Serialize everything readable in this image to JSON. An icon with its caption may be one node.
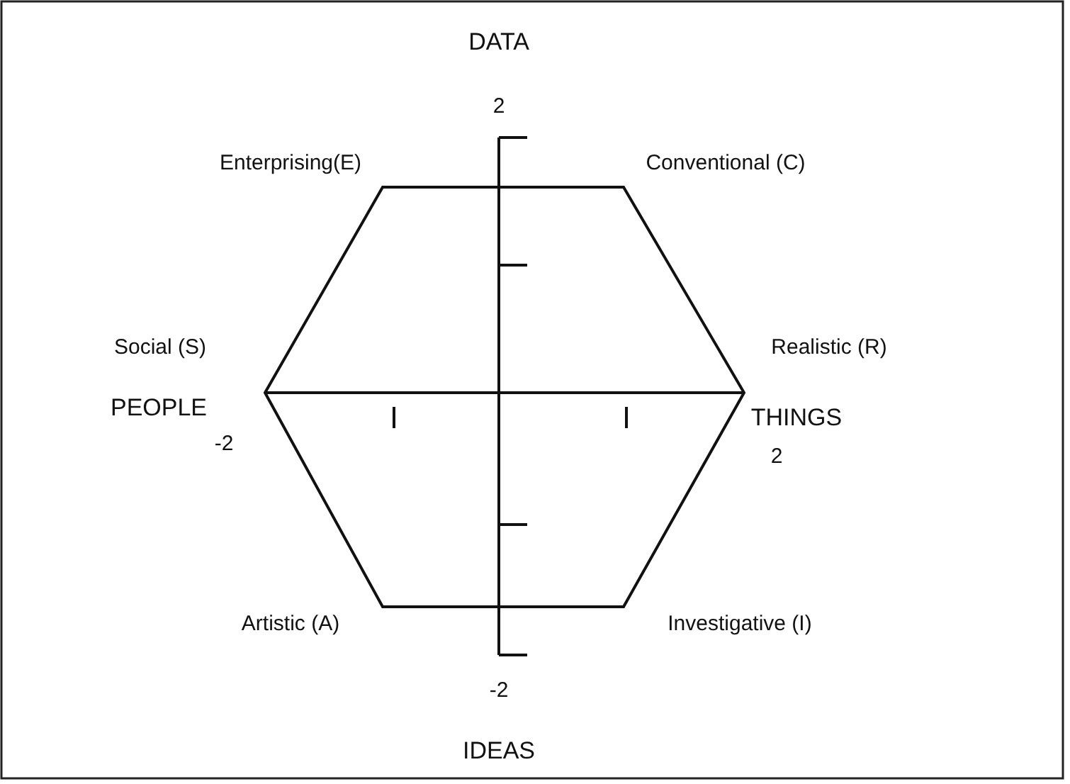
{
  "diagram": {
    "labels": [
      "DATA",
      "2",
      "Enterprising(E)",
      "Conventional (C)",
      "Social (S)",
      "Realistic (R)",
      "PEOPLE",
      "THINGS",
      "-2",
      "2",
      "Artistic (A)",
      "Investigative (I)",
      "-2",
      "IDEAS"
    ]
  }
}
